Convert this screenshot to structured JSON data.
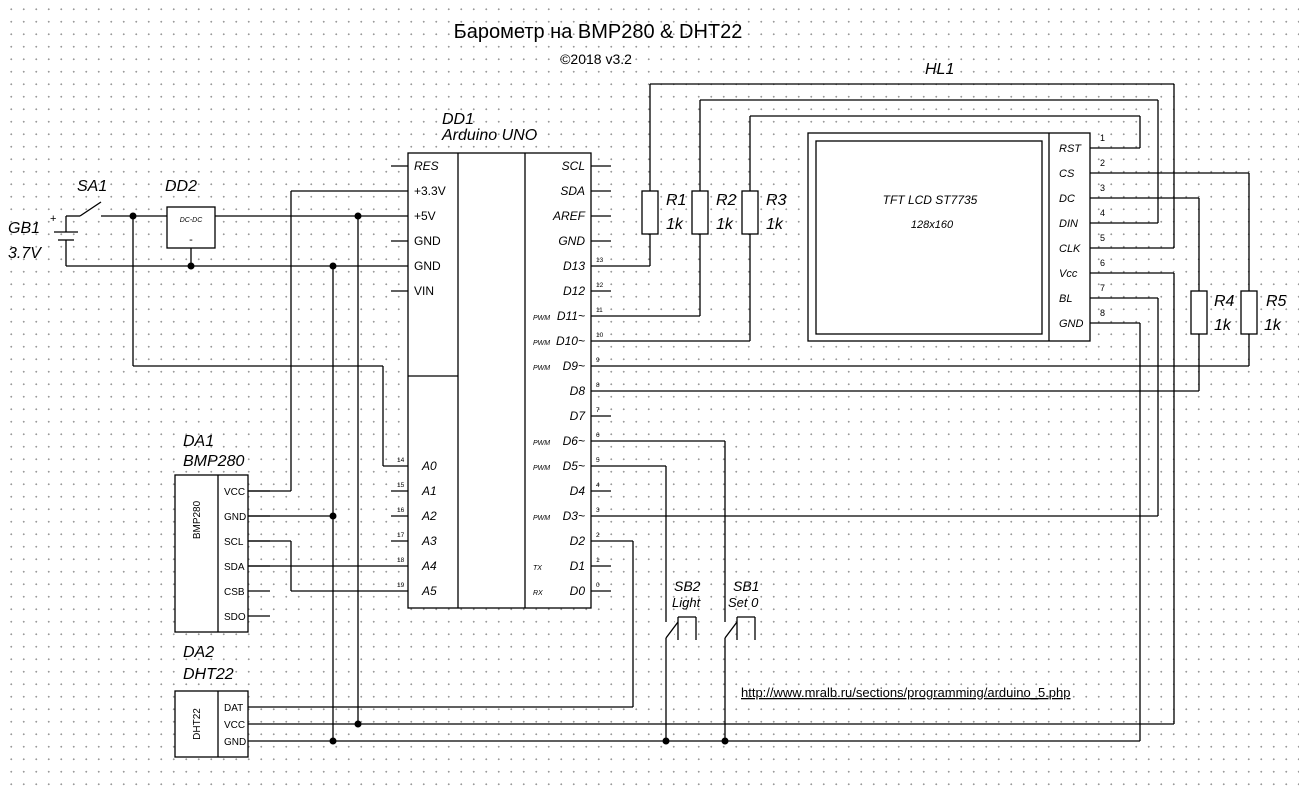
{
  "header": {
    "title": "Барометр на BMP280 &  DHT22",
    "version": "©2018 v3.2"
  },
  "refs": {
    "dd1": "DD1",
    "dd1_name": "Arduino UNO",
    "dd2": "DD2",
    "dc": "DC-DC",
    "sa1": "SA1",
    "gb1": "GB1",
    "gb1_v": "3.7V",
    "da1": "DA1",
    "da1_name": "BMP280",
    "bmp_body": "BMP280",
    "da2": "DA2",
    "da2_name": "DHT22",
    "dht_body": "DHT22",
    "hl1": "HL1",
    "lcd_name": "TFT LCD ST7735",
    "lcd_res": "128x160",
    "r1": "R1",
    "r2": "R2",
    "r3": "R3",
    "r4": "R4",
    "r5": "R5",
    "rval": "1k",
    "sb2": "SB2",
    "sb2_name": "Light",
    "sb1": "SB1",
    "sb1_name": "Set 0",
    "plus": "+",
    "minus": "-"
  },
  "arduino_left": [
    "RES",
    "+3.3V",
    "+5V",
    "GND",
    "GND",
    "VIN"
  ],
  "arduino_analog": [
    "A0",
    "A1",
    "A2",
    "A3",
    "A4",
    "A5"
  ],
  "analog_pins": [
    "14",
    "15",
    "16",
    "17",
    "18",
    "19"
  ],
  "arduino_right": [
    "SCL",
    "SDA",
    "AREF",
    "GND",
    "D13",
    "D12",
    "D11~",
    "D10~",
    "D9~",
    "D8",
    "D7",
    "D6~",
    "D5~",
    "D4",
    "D3~",
    "D2",
    "D1",
    "D0"
  ],
  "right_pins": [
    "",
    "",
    "",
    "",
    "13",
    "12",
    "11",
    "10",
    "9",
    "8",
    "7",
    "6",
    "5",
    "4",
    "3",
    "2",
    "1",
    "0"
  ],
  "right_pwm": [
    "",
    "",
    "",
    "",
    "",
    "",
    "PWM",
    "PWM",
    "PWM",
    "",
    "",
    "PWM",
    "PWM",
    "",
    "PWM",
    "",
    "TX",
    "RX"
  ],
  "bmp_pins": [
    "VCC",
    "GND",
    "SCL",
    "SDA",
    "CSB",
    "SDO"
  ],
  "dht_pins": [
    "DAT",
    "VCC",
    "GND"
  ],
  "lcd_pins": [
    "RST",
    "CS",
    "DC",
    "DIN",
    "CLK",
    "Vcc",
    "BL",
    "GND"
  ],
  "lcd_nums": [
    "1",
    "2",
    "3",
    "4",
    "5",
    "6",
    "7",
    "8"
  ],
  "footer": {
    "url": "http://www.mralb.ru/sections/programming/arduino_5.php"
  }
}
